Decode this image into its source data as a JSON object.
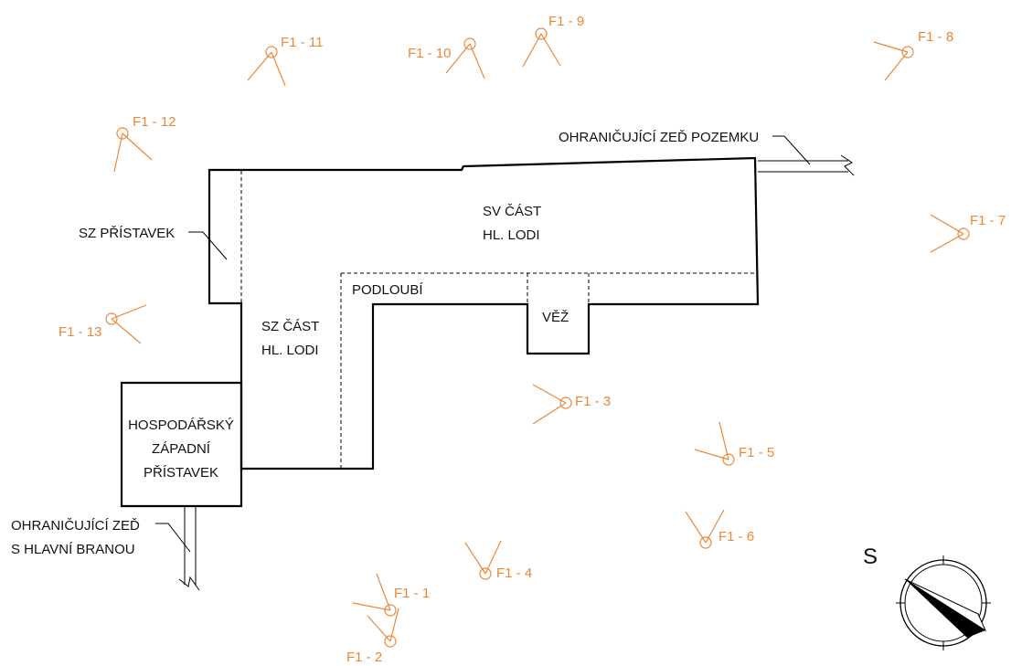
{
  "plan": {
    "labels": {
      "sv_cast_1": "SV ČÁST",
      "sv_cast_2": "HL. LODI",
      "sz_cast_1": "SZ ČÁST",
      "sz_cast_2": "HL. LODI",
      "podloubi": "PODLOUBÍ",
      "vez": "VĚŽ",
      "hosp_1": "HOSPODÁŘSKÝ",
      "hosp_2": "ZÁPADNÍ",
      "hosp_3": "PŘÍSTAVEK",
      "sz_pristavek": "SZ PŘÍSTAVEK",
      "zed_pozemku": "OHRANIČUJÍCÍ ZEĎ POZEMKU",
      "zed_brana_1": "OHRANIČUJÍCÍ ZEĎ",
      "zed_brana_2": "S HLAVNÍ BRANOU",
      "compass": "S"
    },
    "cameras": [
      {
        "id": "F1 - 1"
      },
      {
        "id": "F1 - 2"
      },
      {
        "id": "F1 - 3"
      },
      {
        "id": "F1 - 4"
      },
      {
        "id": "F1 - 5"
      },
      {
        "id": "F1 - 6"
      },
      {
        "id": "F1 - 7"
      },
      {
        "id": "F1 - 8"
      },
      {
        "id": "F1 - 9"
      },
      {
        "id": "F1 - 10"
      },
      {
        "id": "F1 - 11"
      },
      {
        "id": "F1 - 12"
      },
      {
        "id": "F1 - 13"
      }
    ],
    "camera_color": "#e8883a"
  }
}
